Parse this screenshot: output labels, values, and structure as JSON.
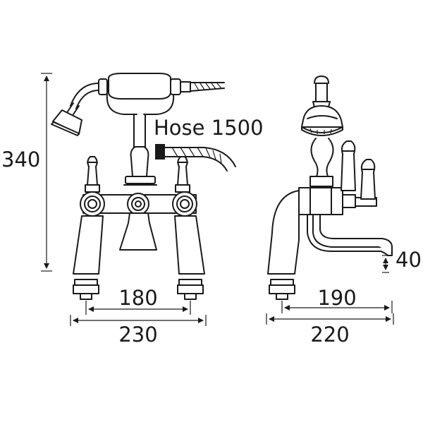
{
  "drawing": {
    "labels": {
      "hose": "Hose 1500",
      "height": "340",
      "centres": "180",
      "front_width": "230",
      "side_projection": "190",
      "side_depth": "220",
      "spout_height": "40"
    },
    "colors": {
      "line": "#1a1a1a",
      "background": "#ffffff"
    }
  }
}
